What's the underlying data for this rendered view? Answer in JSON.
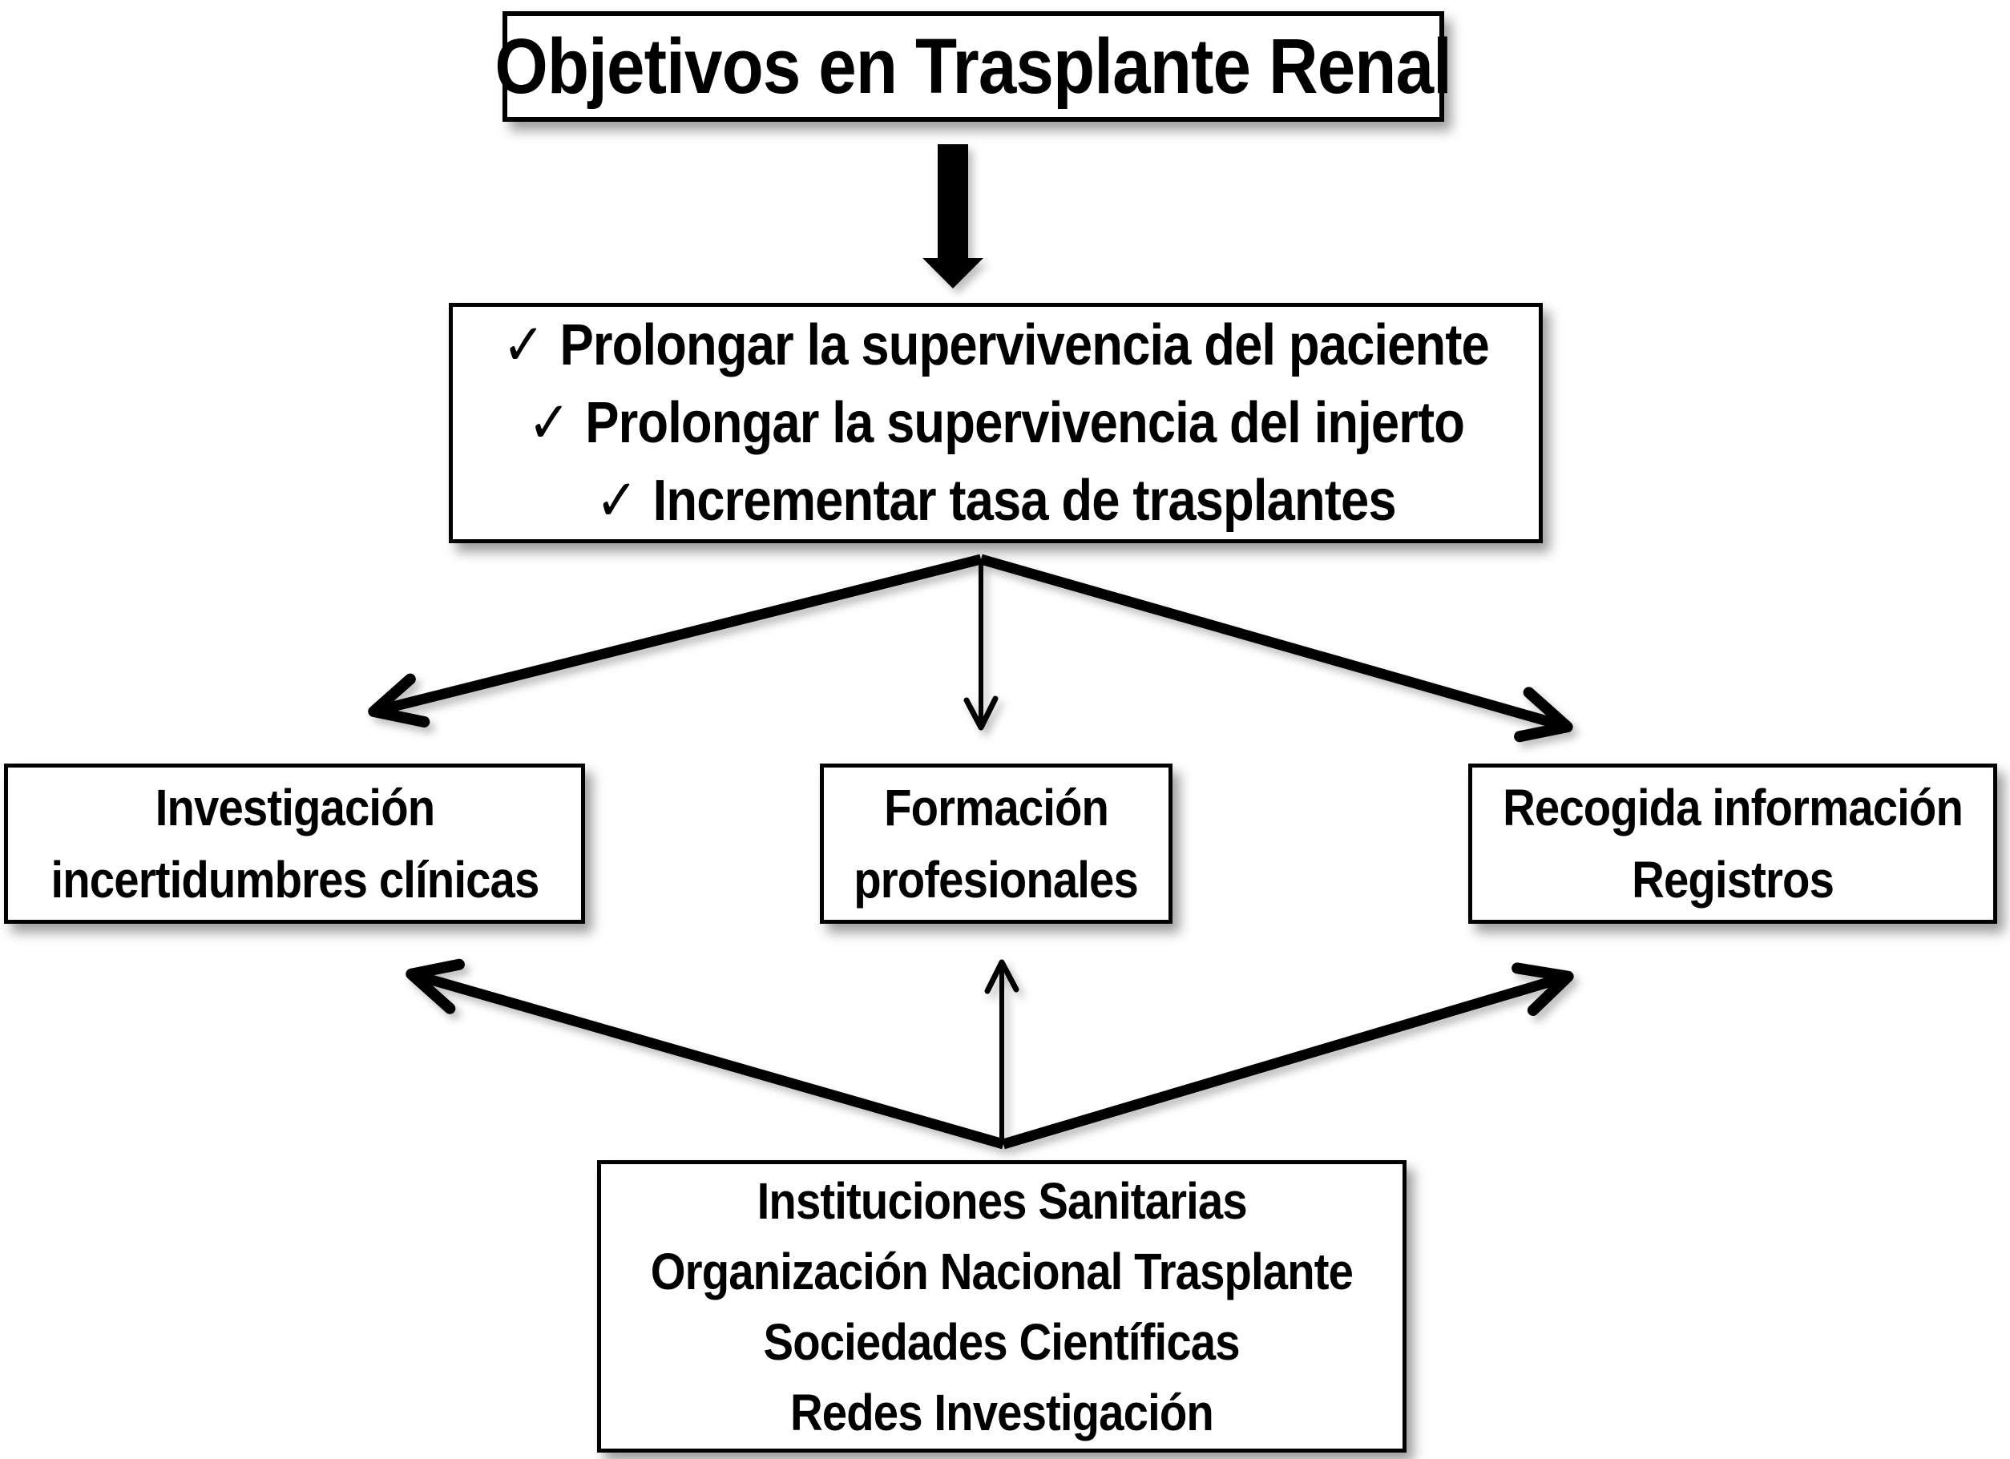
{
  "title": "Objetivos en Trasplante Renal",
  "objectives_box": {
    "bullet_icon": "✓",
    "items": [
      "Prolongar la supervivencia del paciente",
      "Prolongar la supervivencia del injerto",
      "Incrementar tasa de trasplantes"
    ]
  },
  "branch_boxes": {
    "left": {
      "line1": "Investigación",
      "line2": "incertidumbres clínicas"
    },
    "middle": {
      "line1": "Formación",
      "line2": "profesionales"
    },
    "right": {
      "line1": "Recogida información",
      "line2": "Registros"
    }
  },
  "foundation_box": {
    "lines": [
      "Instituciones Sanitarias",
      "Organización Nacional Trasplante",
      "Sociedades Científicas",
      "Redes Investigación"
    ]
  },
  "colors": {
    "ink": "#000000",
    "background": "#ffffff"
  }
}
